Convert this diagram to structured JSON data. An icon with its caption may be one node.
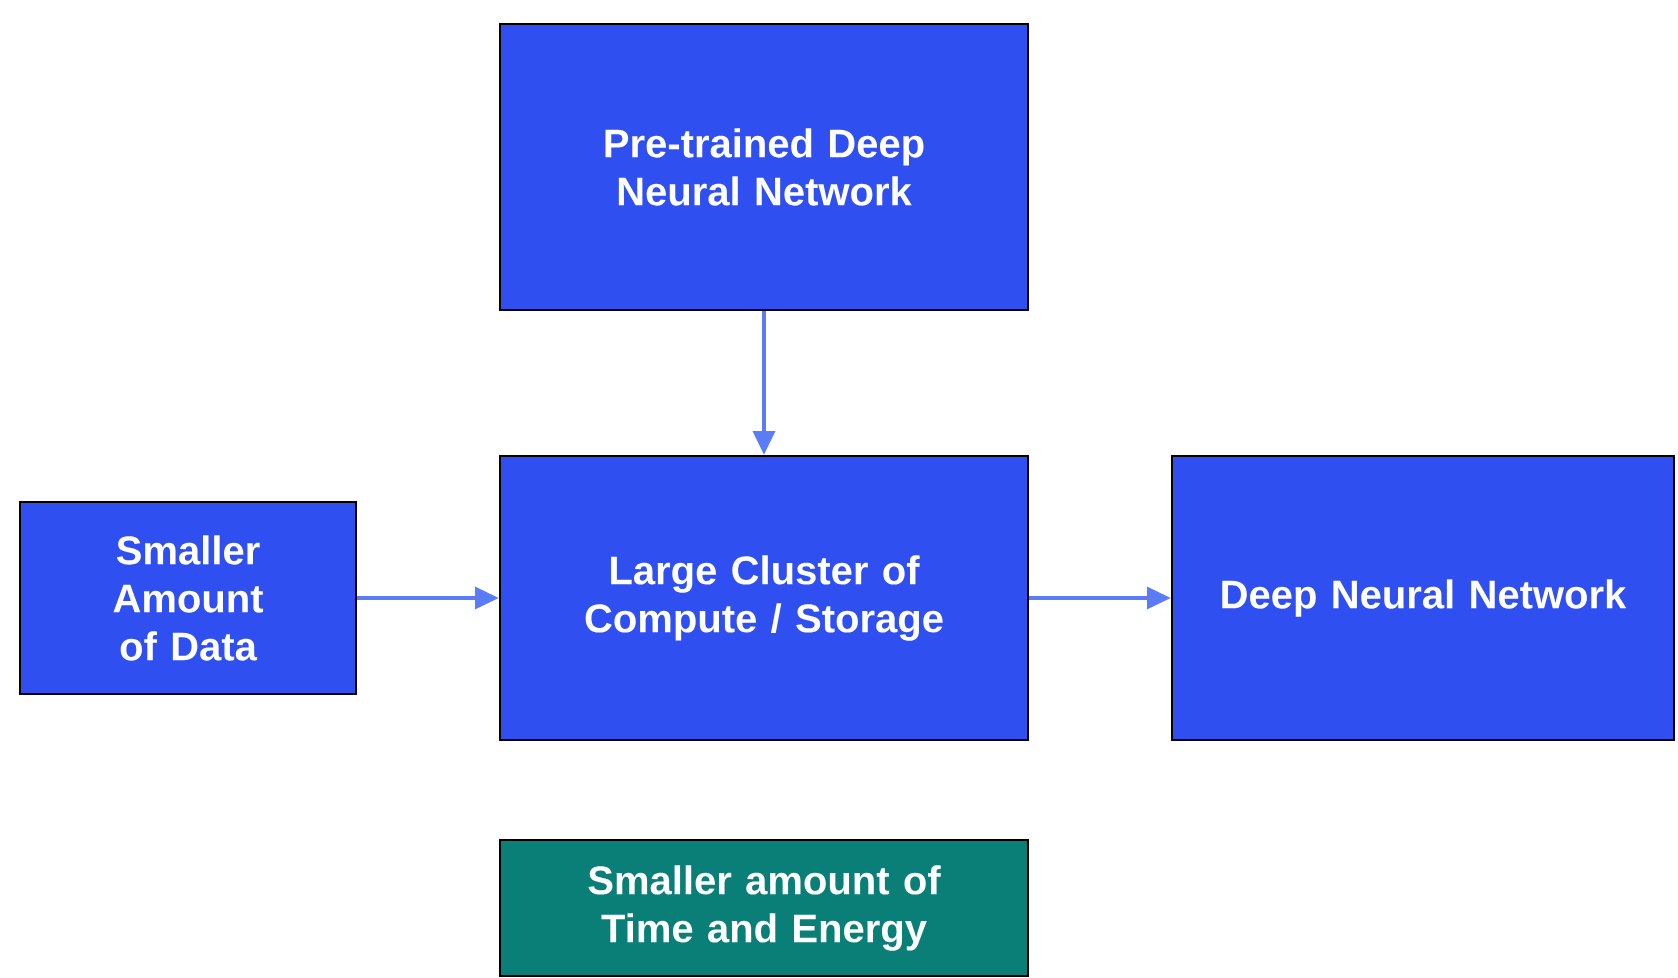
{
  "diagram": {
    "nodes": [
      {
        "text": [
          "Pre-trained Deep Neural Network"
        ]
      },
      {
        "text": [
          "Smaller Amount of Data"
        ]
      },
      {
        "text": [
          "Large Cluster of Compute / Storage"
        ]
      },
      {
        "text": [
          "Deep Neural Network"
        ]
      },
      {
        "text": [
          "Smaller amount of Time and Energy"
        ]
      }
    ],
    "edges": [
      {
        "from": 0,
        "to": 2,
        "arrow": "to"
      },
      {
        "from": 1,
        "to": 2,
        "arrow": "to"
      },
      {
        "from": 2,
        "to": 3,
        "arrow": "to"
      }
    ]
  }
}
